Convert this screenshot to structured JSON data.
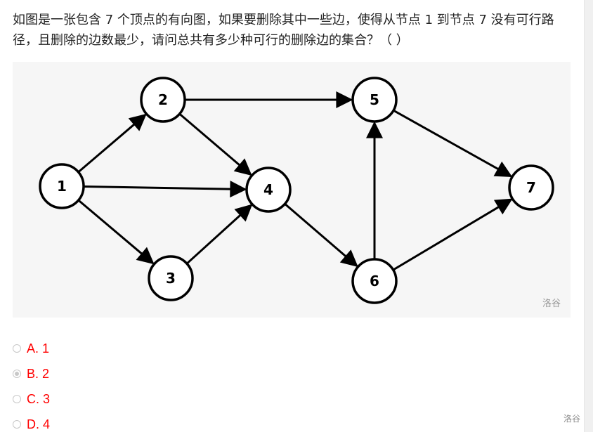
{
  "question": {
    "text": "如图是一张包含 7 个顶点的有向图，如果要删除其中一些边，使得从节点 1 到节点 7 没有可行路径，且删除的边数最少，请问总共有多少种可行的删除边的集合？（ ）"
  },
  "figure": {
    "nodes": [
      "1",
      "2",
      "3",
      "4",
      "5",
      "6",
      "7"
    ],
    "edges": [
      [
        "1",
        "2"
      ],
      [
        "1",
        "4"
      ],
      [
        "1",
        "3"
      ],
      [
        "2",
        "5"
      ],
      [
        "2",
        "4"
      ],
      [
        "3",
        "4"
      ],
      [
        "4",
        "6"
      ],
      [
        "6",
        "5"
      ],
      [
        "5",
        "7"
      ],
      [
        "6",
        "7"
      ]
    ],
    "watermark": "洛谷"
  },
  "options": [
    {
      "label": "A. 1",
      "selected": false
    },
    {
      "label": "B. 2",
      "selected": true
    },
    {
      "label": "C. 3",
      "selected": false
    },
    {
      "label": "D. 4",
      "selected": false
    }
  ],
  "page_watermark": "洛谷"
}
